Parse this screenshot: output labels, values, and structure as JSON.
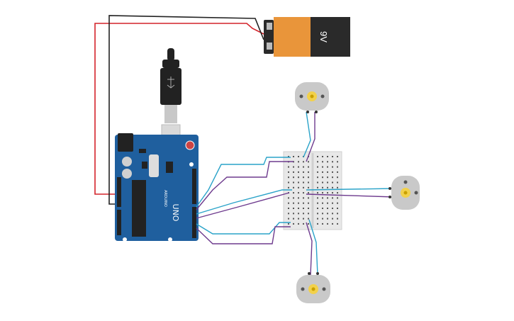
{
  "battery": {
    "label": "9V"
  },
  "arduino": {
    "model_label": "UNO",
    "brand_label": "ARDUINO"
  },
  "colors": {
    "arduino_blue": "#1f5f9e",
    "battery_orange": "#e9953a",
    "battery_black": "#2a2a2a",
    "wire_red": "#d3232a",
    "wire_black": "#222222",
    "wire_cyan": "#2aa3c9",
    "wire_purple": "#6e3b8e",
    "breadboard": "#e8e8e8",
    "motor_body": "#c9c9c9",
    "motor_shaft": "#f2d14b"
  },
  "icons": [
    "usb-connector-icon",
    "dc-motor-icon",
    "breadboard-icon",
    "battery-icon",
    "arduino-board-icon"
  ]
}
